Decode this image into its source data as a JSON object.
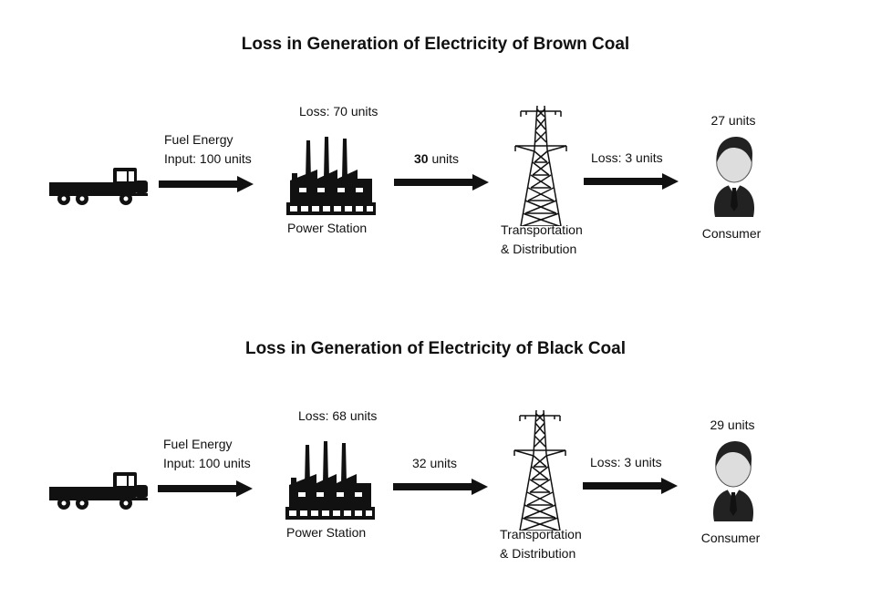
{
  "diagrams": [
    {
      "title": "Loss in Generation of Electricity of Brown Coal",
      "fuel_label_line1": "Fuel Energy",
      "fuel_label_line2": "Input: 100 units",
      "station_loss": "Loss: 70 units",
      "station_label": "Power Station",
      "transfer_value": "30",
      "transfer_unit": "units",
      "transmission_loss": "Loss: 3 units",
      "tower_label_line1": "Transportation",
      "tower_label_line2": "& Distribution",
      "consumer_value": "27 units",
      "consumer_label": "Consumer"
    },
    {
      "title": "Loss in Generation of Electricity of Black Coal",
      "fuel_label_line1": "Fuel Energy",
      "fuel_label_line2": "Input: 100 units",
      "station_loss": "Loss: 68 units",
      "station_label": "Power Station",
      "transfer_value": "32",
      "transfer_unit": "units",
      "transmission_loss": "Loss: 3 units",
      "tower_label_line1": "Transportation",
      "tower_label_line2": "& Distribution",
      "consumer_value": "29 units",
      "consumer_label": "Consumer"
    }
  ]
}
